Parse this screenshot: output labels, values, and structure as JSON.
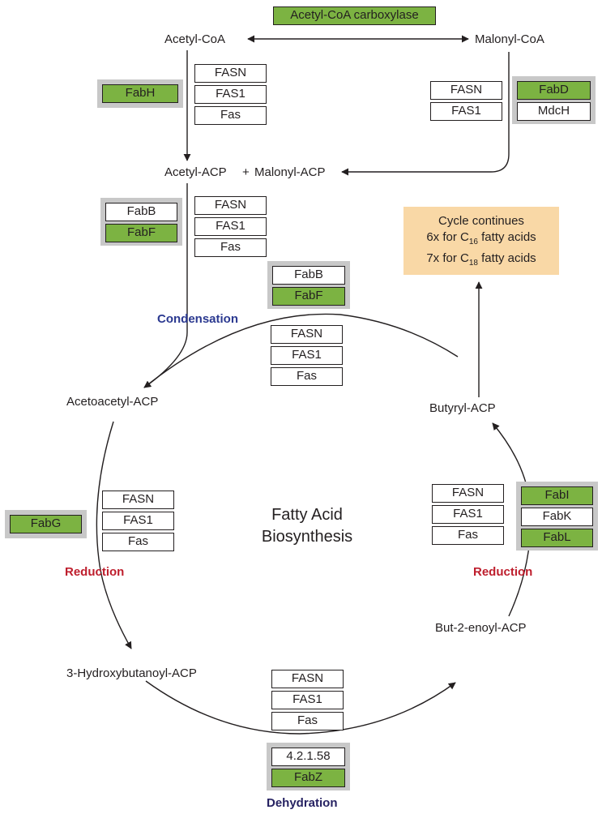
{
  "colors": {
    "green": "#7cb342",
    "group_gray": "#c8c8c8",
    "note_bg": "#f9d8a6",
    "step_blue": "#2b3990",
    "step_red": "#be1e2d",
    "step_purple": "#262262"
  },
  "enzyme_top": "Acetyl-CoA carboxylase",
  "metabolites": {
    "acetyl_coa": "Acetyl-CoA",
    "malonyl_coa": "Malonyl-CoA",
    "acetyl_acp": "Acetyl-ACP",
    "plus": "+",
    "malonyl_acp": "Malonyl-ACP",
    "acetoacetyl_acp": "Acetoacetyl-ACP",
    "butyryl_acp": "Butyryl-ACP",
    "hydroxybutanoyl_acp": "3-Hydroxybutanoyl-ACP",
    "butenoyl_acp": "But-2-enoyl-ACP"
  },
  "steps": {
    "condensation": "Condensation",
    "reduction_left": "Reduction",
    "reduction_right": "Reduction",
    "dehydration": "Dehydration"
  },
  "center_title": {
    "line1": "Fatty Acid",
    "line2": "Biosynthesis"
  },
  "note": {
    "line1": "Cycle continues",
    "line2_pre": "6x for C",
    "line2_sub": "16",
    "line2_post": " fatty acids",
    "line3_pre": "7x for C",
    "line3_sub": "18",
    "line3_post": " fatty acids"
  },
  "enzymes": {
    "fabh": "FabH",
    "step1": [
      "FASN",
      "FAS1",
      "Fas"
    ],
    "malonyl_fas": [
      "FASN",
      "FAS1"
    ],
    "fabd": "FabD",
    "mdch": "MdcH",
    "cond_group": [
      "FabB",
      "FabF"
    ],
    "cond_fas": [
      "FASN",
      "FAS1",
      "Fas"
    ],
    "cycle_group": [
      "FabB",
      "FabF"
    ],
    "cycle_fas": [
      "FASN",
      "FAS1",
      "Fas"
    ],
    "fabg": "FabG",
    "red_left_fas": [
      "FASN",
      "FAS1",
      "Fas"
    ],
    "red_right_fas": [
      "FASN",
      "FAS1",
      "Fas"
    ],
    "fabikl": [
      "FabI",
      "FabK",
      "FabL"
    ],
    "dehyd_fas": [
      "FASN",
      "FAS1",
      "Fas"
    ],
    "dehyd_group": [
      "4.2.1.58",
      "FabZ"
    ]
  }
}
